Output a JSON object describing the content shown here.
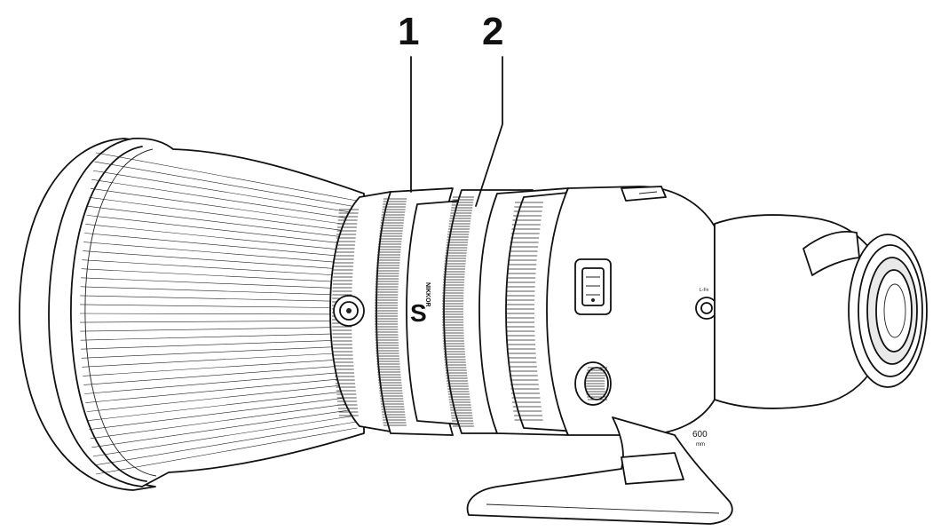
{
  "callouts": [
    {
      "number": "1"
    },
    {
      "number": "2"
    }
  ],
  "lens_markings": {
    "brand": "NIKKOR",
    "series_mark": "S",
    "focal_length": "600",
    "focal_unit": "mm"
  },
  "colors": {
    "line": "#111111",
    "background": "#ffffff"
  }
}
